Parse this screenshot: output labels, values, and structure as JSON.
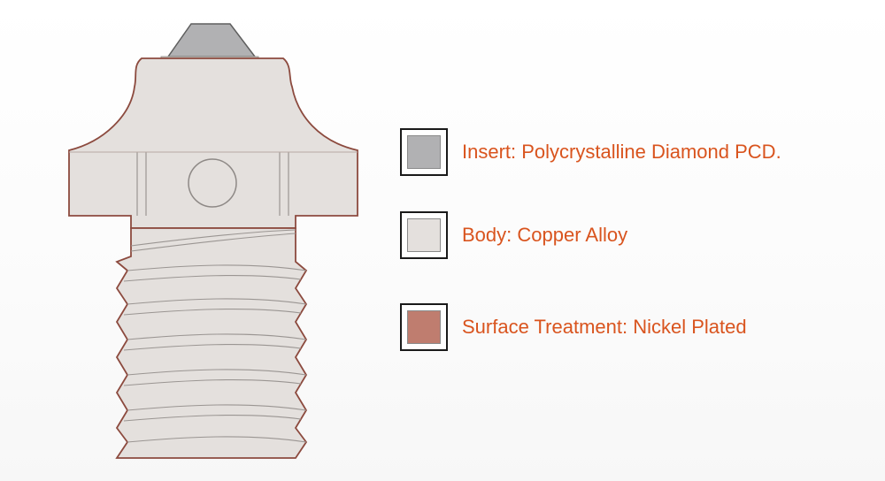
{
  "colors": {
    "label_text": "#d9541e",
    "insert": "#b1b1b3",
    "body": "#e4e0dd",
    "surface": "#bf7d6f",
    "outline": "#8c4a3e",
    "inner_line": "#9a9592"
  },
  "legend": [
    {
      "id": "insert",
      "label": "Insert: Polycrystalline Diamond PCD.",
      "color": "#b1b1b3"
    },
    {
      "id": "body",
      "label": "Body: Copper Alloy",
      "color": "#e4e0dd"
    },
    {
      "id": "surface",
      "label": "Surface Treatment: Nickel Plated",
      "color": "#bf7d6f"
    }
  ]
}
